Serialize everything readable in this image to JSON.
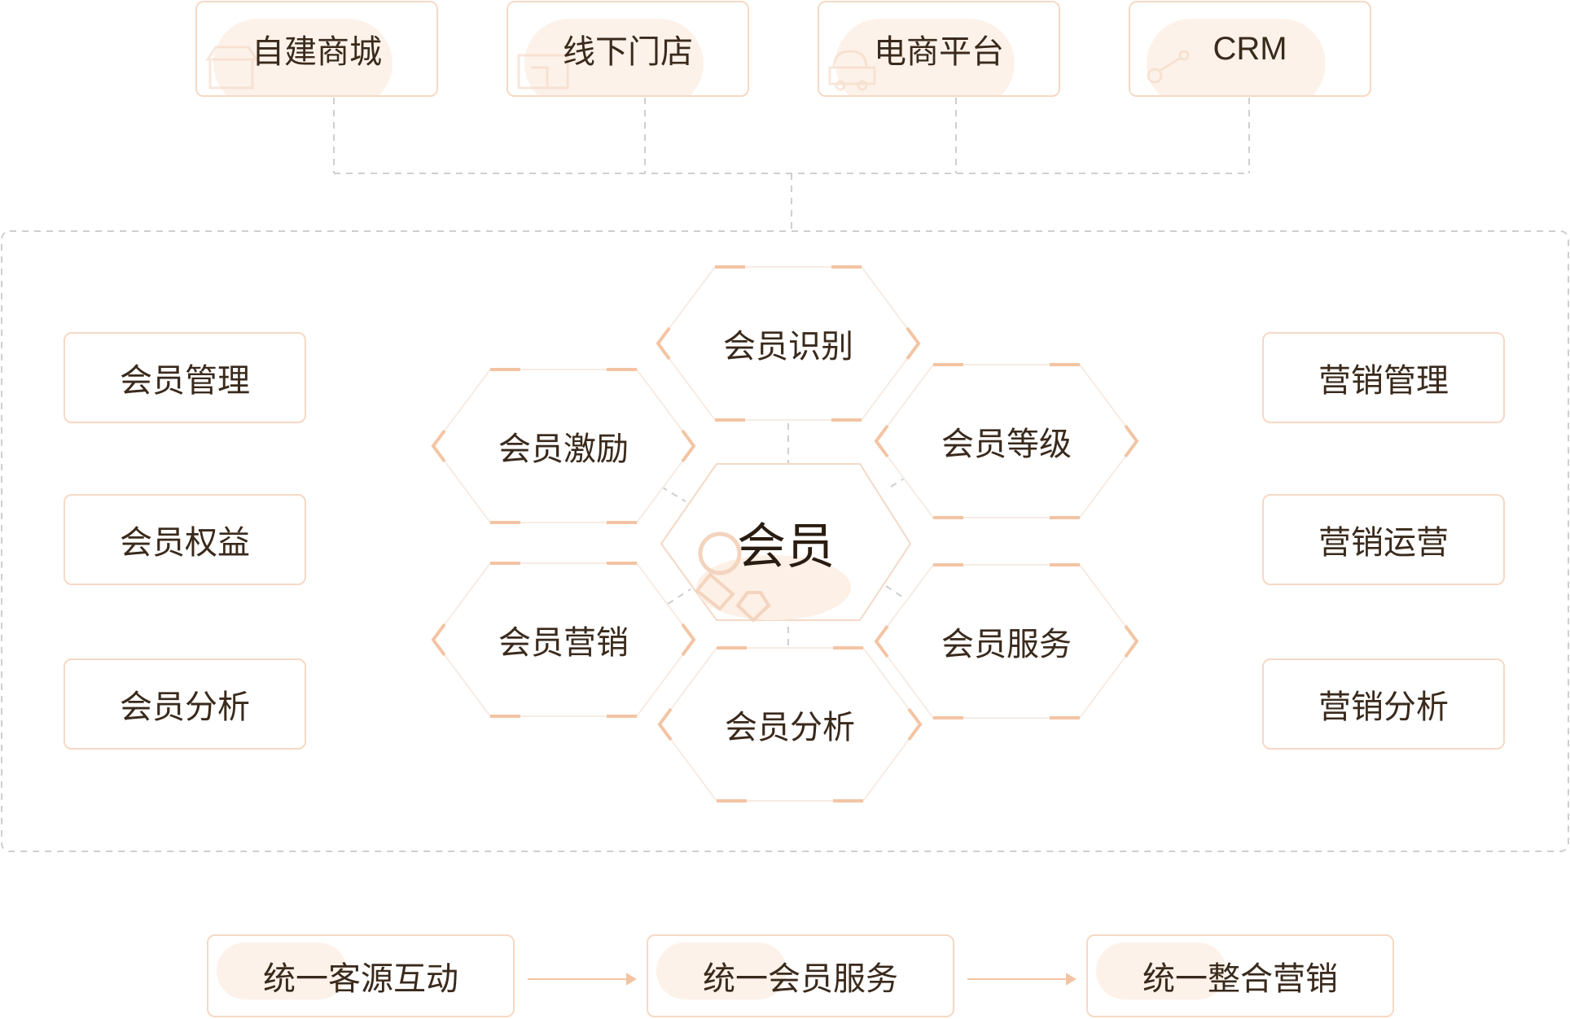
{
  "sources": [
    "自建商城",
    "线下门店",
    "电商平台",
    "CRM"
  ],
  "left_items": [
    "会员管理",
    "会员权益",
    "会员分析"
  ],
  "right_items": [
    "营销管理",
    "营销运营",
    "营销分析"
  ],
  "center": "会员",
  "hexagons": {
    "top": "会员识别",
    "upper_left": "会员激励",
    "upper_right": "会员等级",
    "lower_left": "会员营销",
    "lower_right": "会员服务",
    "bottom": "会员分析"
  },
  "bottom_flow": [
    "统一客源互动",
    "统一会员服务",
    "统一整合营销"
  ],
  "colors": {
    "accent_border": "#f6d9c4",
    "dashed": "#cfcfcf",
    "text": "#3a2a1c",
    "arrow": "#f3c4a3"
  }
}
